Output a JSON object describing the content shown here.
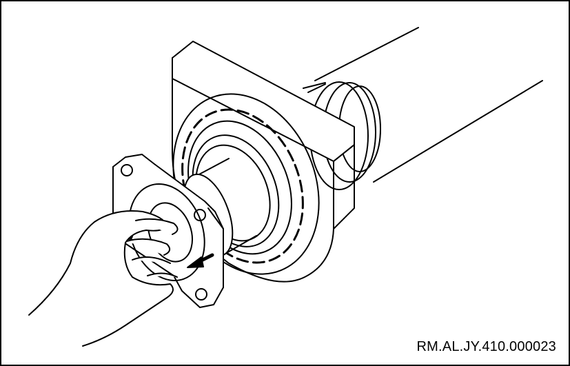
{
  "illustration": {
    "subject": "propeller-shaft-center-bearing-with-hand-and-flange",
    "line_color": "#000000",
    "fill_color": "#ffffff",
    "direction_indicator": "arrow-pointing-lower-left"
  },
  "reference_code": "RM.AL.JY.410.000023"
}
